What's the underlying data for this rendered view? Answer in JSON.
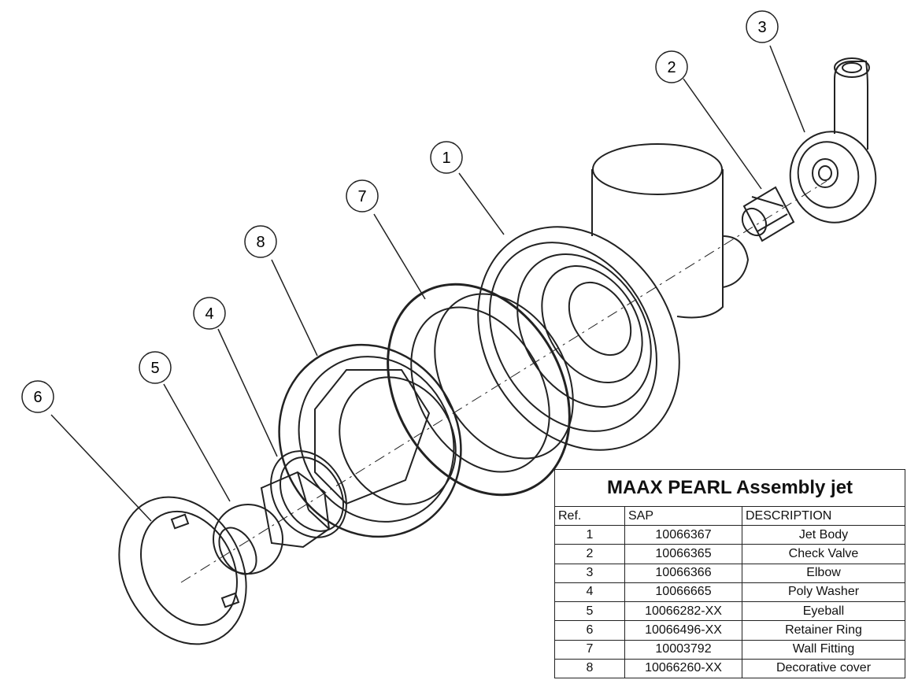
{
  "table": {
    "title": "MAAX PEARL Assembly jet",
    "headers": [
      "Ref.",
      "SAP",
      "DESCRIPTION"
    ],
    "rows": [
      {
        "ref": "1",
        "sap": "10066367",
        "desc": "Jet Body"
      },
      {
        "ref": "2",
        "sap": "10066365",
        "desc": "Check Valve"
      },
      {
        "ref": "3",
        "sap": "10066366",
        "desc": "Elbow"
      },
      {
        "ref": "4",
        "sap": "10066665",
        "desc": "Poly Washer"
      },
      {
        "ref": "5",
        "sap": "10066282-XX",
        "desc": "Eyeball"
      },
      {
        "ref": "6",
        "sap": "10066496-XX",
        "desc": "Retainer Ring"
      },
      {
        "ref": "7",
        "sap": "10003792",
        "desc": "Wall Fitting"
      },
      {
        "ref": "8",
        "sap": "10066260-XX",
        "desc": "Decorative cover"
      }
    ]
  },
  "callouts": [
    "1",
    "2",
    "3",
    "4",
    "5",
    "6",
    "7",
    "8"
  ],
  "colors": {
    "line": "#222222",
    "background": "#ffffff"
  }
}
